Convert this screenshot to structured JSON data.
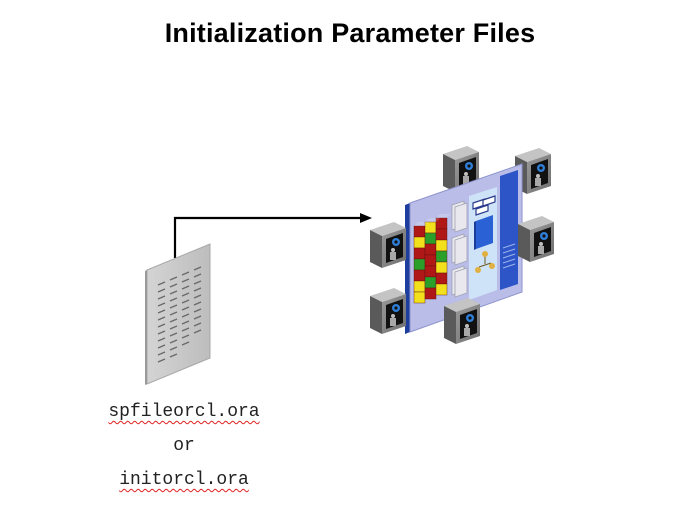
{
  "slide": {
    "title": "Initialization Parameter Files"
  },
  "file_icon": {
    "label_primary": "spfileorcl.ora",
    "label_separator": "or",
    "label_alternate": "initorcl.ora"
  },
  "arrow": {
    "direction": "file-to-instance",
    "color": "#000000"
  },
  "instance": {
    "panel_color": "#b9bde8",
    "memory_block_colors": [
      "#b01818",
      "#f2e01c",
      "#2aa02a"
    ],
    "process_count": 6
  },
  "colors": {
    "spellcheck_underline": "#e02020",
    "file_gray": "#c8c8c8"
  }
}
